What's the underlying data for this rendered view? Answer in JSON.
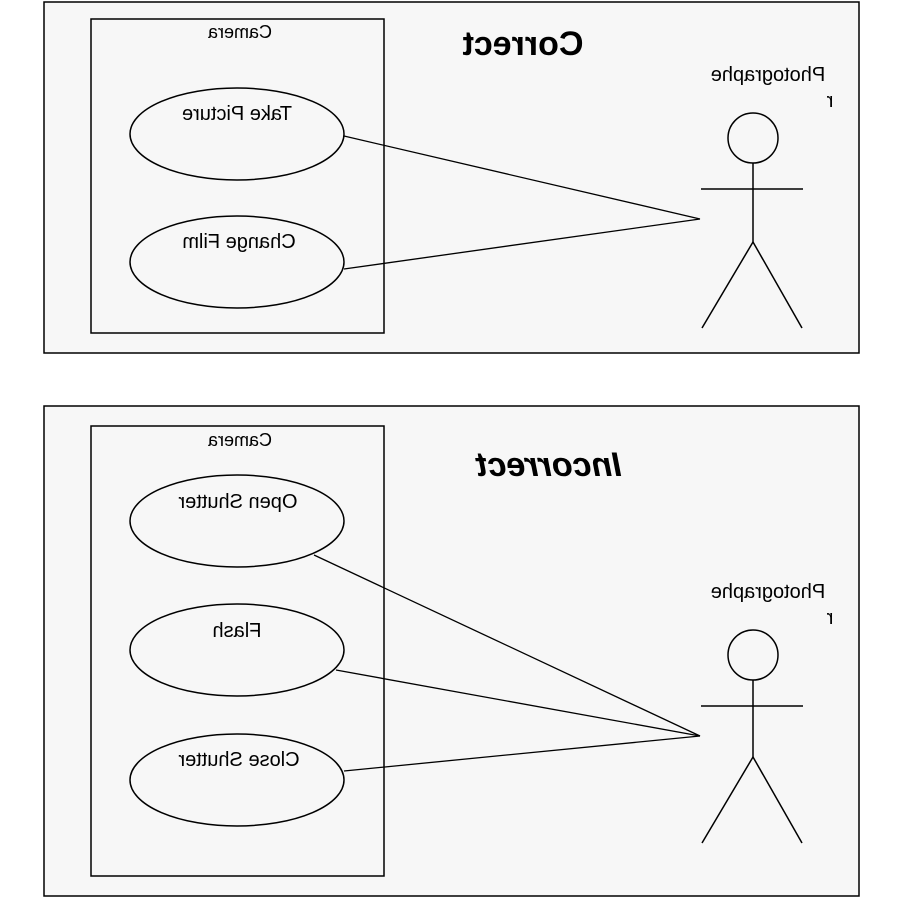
{
  "panels": [
    {
      "heading": "Correct",
      "system_label": "Camera",
      "actor_label_line1": "Photographe",
      "actor_label_line2": "r",
      "use_cases": [
        "Take Picture",
        "Change Film"
      ]
    },
    {
      "heading": "Incorrect",
      "system_label": "Camera",
      "actor_label_line1": "Photographe",
      "actor_label_line2": "r",
      "use_cases": [
        "Open Shutter",
        "Flash",
        "Close Shutter"
      ]
    }
  ]
}
